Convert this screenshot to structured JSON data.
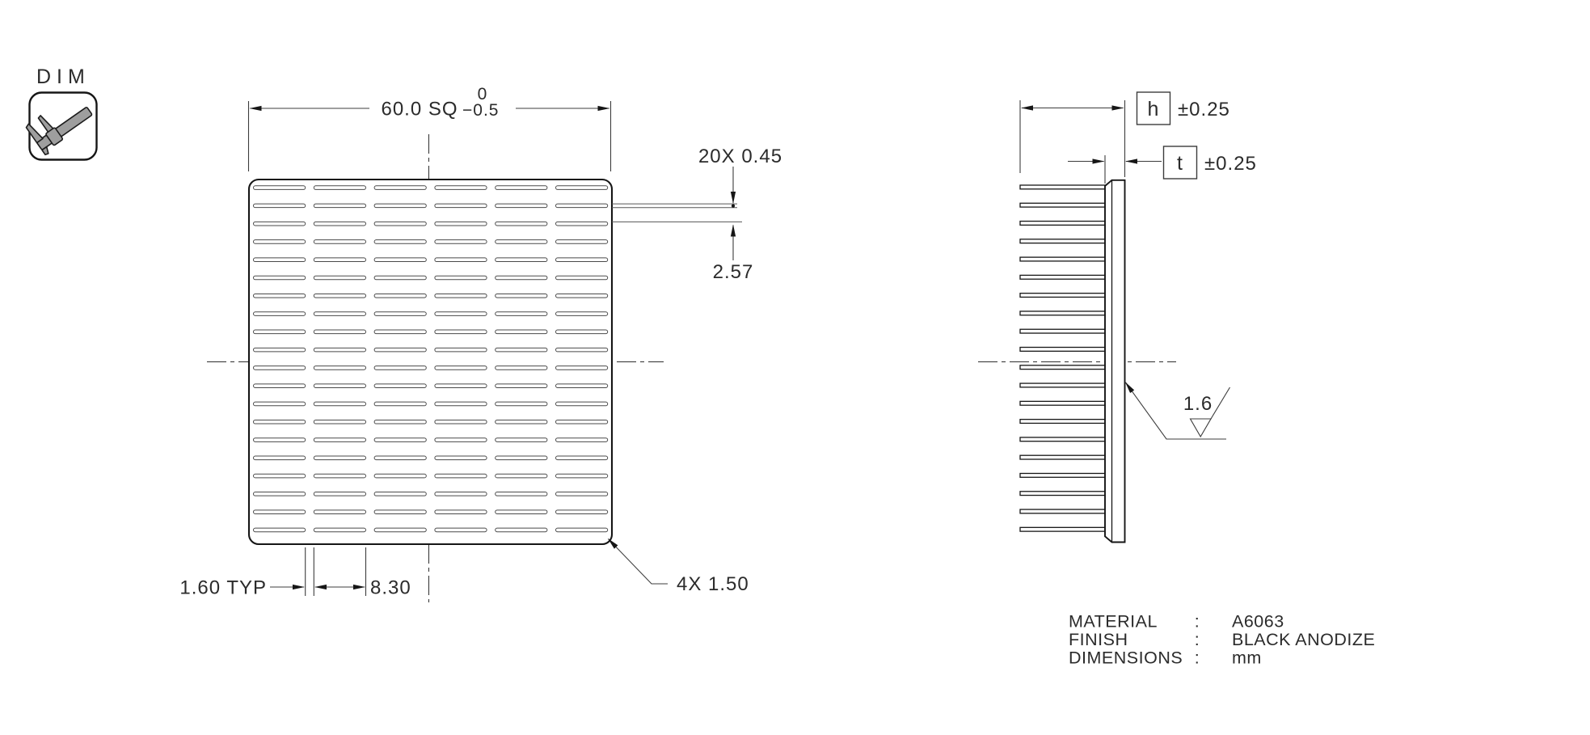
{
  "badge": {
    "label": "DIM",
    "icon": "caliper-icon"
  },
  "top_view": {
    "overall_size": "60.0 SQ",
    "tolerance_upper": "0",
    "tolerance_lower": "−0.5",
    "fin_thickness": "20X 0.45",
    "fin_gap": "2.57",
    "slot_gap": "1.60 TYP",
    "slot_length": "8.30",
    "corner_radius": "4X 1.50",
    "grid": {
      "rows": 20,
      "columns": 6
    }
  },
  "side_view": {
    "height_symbol": "h",
    "height_tolerance": "±0.25",
    "thickness_symbol": "t",
    "thickness_tolerance": "±0.25",
    "surface_roughness": "1.6",
    "fin_count": 20
  },
  "notes": {
    "rows": [
      {
        "label": "MATERIAL",
        "separator": ":",
        "value": "A6063"
      },
      {
        "label": "FINISH",
        "separator": ":",
        "value": "BLACK ANODIZE"
      },
      {
        "label": "DIMENSIONS",
        "separator": ":",
        "value": "mm"
      }
    ]
  },
  "colors": {
    "line": "#161616",
    "dimension_line": "#3c3c3c",
    "caliper_gray": "#9e9e9e",
    "background": "#ffffff"
  }
}
